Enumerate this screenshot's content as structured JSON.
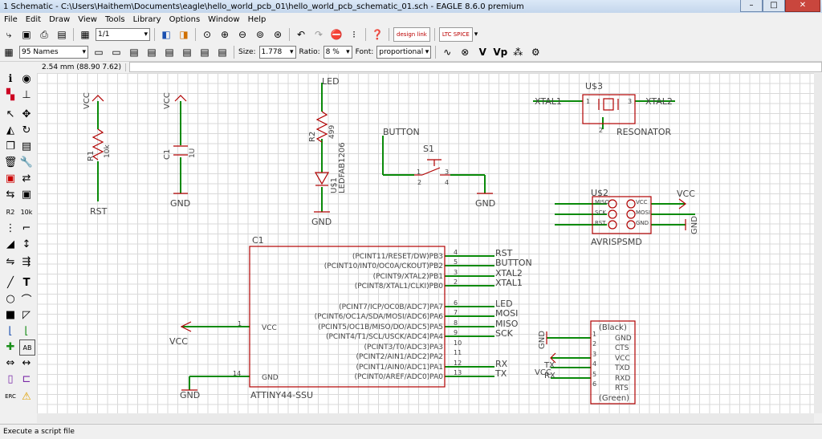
{
  "window": {
    "title": "1 Schematic - C:\\Users\\Haithem\\Documents\\eagle\\hello_world_pcb_01\\hello_world_pcb_schematic_01.sch - EAGLE 8.6.0 premium",
    "controls": [
      "–",
      "□",
      "✕"
    ]
  },
  "menu": [
    "File",
    "Edit",
    "Draw",
    "View",
    "Tools",
    "Library",
    "Options",
    "Window",
    "Help"
  ],
  "toolbar1": {
    "sheet_select": "1/1",
    "logo1": "design link",
    "logo2": "LTC SPICE"
  },
  "toolbar2": {
    "layer_select": "95 Names",
    "size_label": "Size:",
    "size_value": "1.778",
    "ratio_label": "Ratio:",
    "ratio_value": "8 %",
    "font_label": "Font:",
    "font_value": "proportional",
    "mini_icons": [
      "V",
      "Vp"
    ]
  },
  "coordinates": "2.54 mm (88.90 7.62)",
  "statusbar": "Execute a script file",
  "schematic": {
    "vcc": "VCC",
    "gnd": "GND",
    "r1": {
      "name": "R1",
      "value": "10k",
      "net": "RST"
    },
    "c1": {
      "name": "C1",
      "value": "1U"
    },
    "r2": {
      "name": "R2",
      "value": "499",
      "net": "LED"
    },
    "u1": {
      "name": "U$1",
      "value": "LEDFAB1206"
    },
    "s1": {
      "name": "S1",
      "net": "BUTTON",
      "pins": [
        "1",
        "2",
        "3",
        "4"
      ]
    },
    "u3": {
      "name": "U$3",
      "value": "RESONATOR",
      "pins": [
        "1",
        "2",
        "3"
      ],
      "nets": [
        "XTAL1",
        "XTAL2"
      ]
    },
    "u2": {
      "name": "U$2",
      "value": "AVRISPSMD",
      "pins_left": [
        "MISO",
        "SCK",
        "RST"
      ],
      "pins_right": [
        "VCC",
        "MOSI",
        "GND"
      ]
    },
    "ic": {
      "name": "C1",
      "value": "ATTINY44-SSU",
      "vcc_pin": "1",
      "gnd_pin": "14",
      "vcc_label": "VCC",
      "gnd_label": "GND",
      "pins": [
        {
          "label": "(PCINT11/RESET/DW)PB3",
          "num": "4",
          "net": "RST"
        },
        {
          "label": "(PCINT10/INT0/OC0A/CKOUT)PB2",
          "num": "5",
          "net": "BUTTON"
        },
        {
          "label": "(PCINT9/XTAL2)PB1",
          "num": "3",
          "net": "XTAL2"
        },
        {
          "label": "(PCINT8/XTAL1/CLKI)PB0",
          "num": "2",
          "net": "XTAL1"
        },
        {
          "label": "(PCINT7/ICP/OC0B/ADC7)PA7",
          "num": "6",
          "net": "LED"
        },
        {
          "label": "(PCINT6/OC1A/SDA/MOSI/ADC6)PA6",
          "num": "7",
          "net": "MOSI"
        },
        {
          "label": "(PCINT5/OC1B/MISO/DO/ADC5)PA5",
          "num": "8",
          "net": "MISO"
        },
        {
          "label": "(PCINT4/T1/SCL/USCK/ADC4)PA4",
          "num": "9",
          "net": "SCK"
        },
        {
          "label": "(PCINT3/T0/ADC3)PA3",
          "num": "10",
          "net": ""
        },
        {
          "label": "(PCINT2/AIN1/ADC2)PA2",
          "num": "11",
          "net": ""
        },
        {
          "label": "(PCINT1/AIN0/ADC1)PA1",
          "num": "12",
          "net": "RX"
        },
        {
          "label": "(PCINT0/AREF/ADC0)PA0",
          "num": "13",
          "net": "TX"
        }
      ]
    },
    "ftdi": {
      "top": "(Black)",
      "bottom": "(Green)",
      "pins": [
        {
          "num": "1",
          "label": "GND"
        },
        {
          "num": "2",
          "label": "CTS"
        },
        {
          "num": "3",
          "label": "VCC"
        },
        {
          "num": "4",
          "label": "TXD"
        },
        {
          "num": "5",
          "label": "RXD"
        },
        {
          "num": "6",
          "label": "RTS"
        }
      ],
      "net_gnd": "GND",
      "net_vcc": "VCC",
      "net_tx": "TX",
      "net_rx": "RX"
    }
  }
}
